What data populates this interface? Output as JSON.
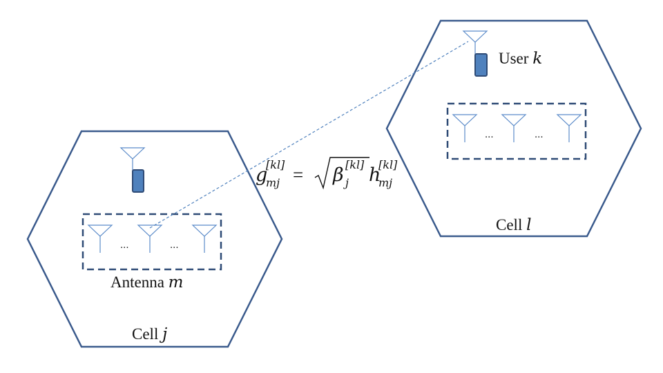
{
  "colors": {
    "hexagon_stroke": "#3a5a8c",
    "antenna_stroke": "#5b8bc9",
    "device_fill": "#4f81bd",
    "device_stroke": "#2e4a75",
    "link_line": "#4f81bd"
  },
  "icons": [
    "antenna-icon",
    "user-device-icon"
  ],
  "cells": [
    {
      "id": "j",
      "label_prefix": "Cell ",
      "label_var": "j",
      "array_label_prefix": "Antenna ",
      "array_label_var": "m",
      "ellipsis_1": "...",
      "ellipsis_2": "..."
    },
    {
      "id": "l",
      "label_prefix": "Cell ",
      "label_var": "l",
      "user_label_prefix": "User ",
      "user_label_var": "k",
      "ellipsis_1": "...",
      "ellipsis_2": "..."
    }
  ],
  "equation": {
    "lhs_base": "g",
    "lhs_sup": "[kl]",
    "lhs_sub": "mj",
    "equals": "=",
    "beta_base": "β",
    "beta_sup": "[kl]",
    "beta_sub": "j",
    "h_base": "h",
    "h_sup": "[kl]",
    "h_sub": "mj"
  }
}
